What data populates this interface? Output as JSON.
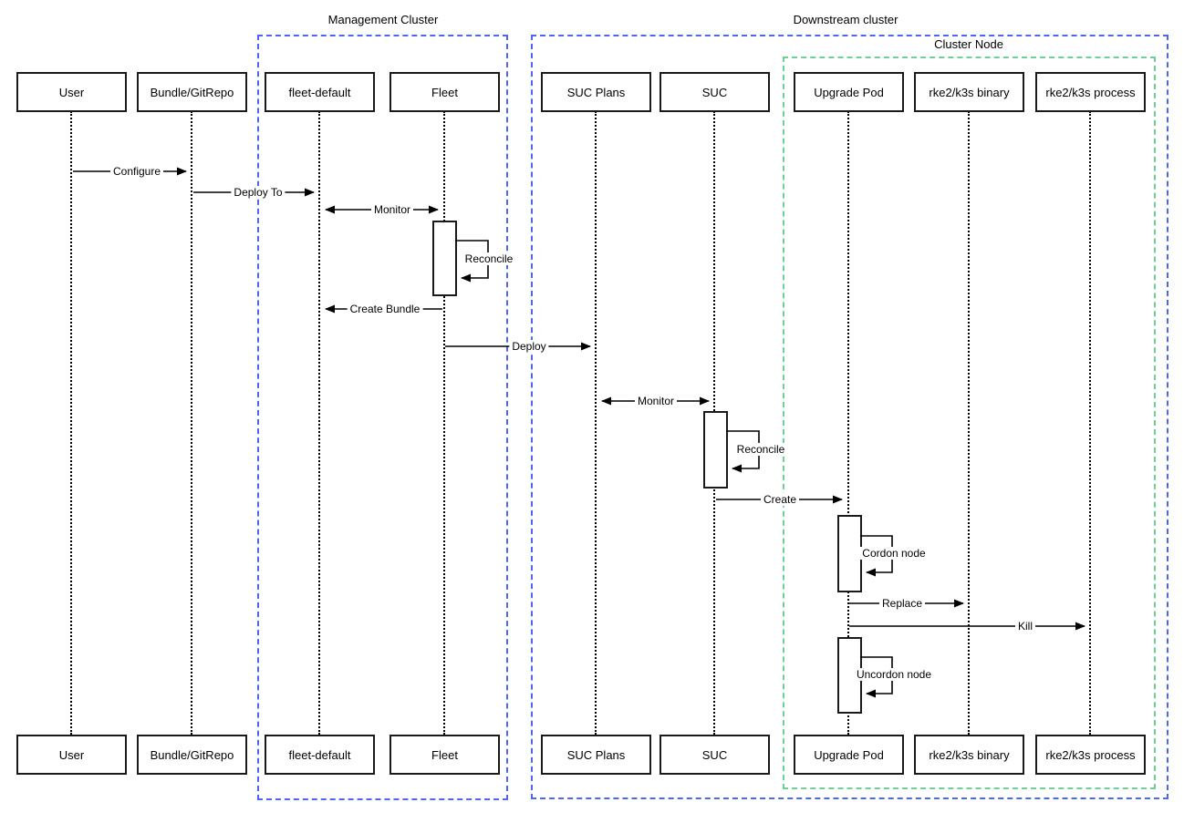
{
  "containers": [
    {
      "label": "Management Cluster",
      "border_color": "#4e65f6"
    },
    {
      "label": "Downstream cluster",
      "border_color": "#4e65f6"
    },
    {
      "label": "Cluster Node",
      "border_color": "#6fcf97"
    }
  ],
  "actors": [
    {
      "label": "User"
    },
    {
      "label": "Bundle/GitRepo"
    },
    {
      "label": "fleet-default"
    },
    {
      "label": "Fleet"
    },
    {
      "label": "SUC Plans"
    },
    {
      "label": "SUC"
    },
    {
      "label": "Upgrade Pod"
    },
    {
      "label": "rke2/k3s binary"
    },
    {
      "label": "rke2/k3s process"
    }
  ],
  "messages": [
    {
      "label": "Configure",
      "from": "User",
      "to": "Bundle/GitRepo",
      "kind": "arrow"
    },
    {
      "label": "Deploy To",
      "from": "Bundle/GitRepo",
      "to": "fleet-default",
      "kind": "arrow"
    },
    {
      "label": "Monitor",
      "from": "fleet-default",
      "to": "Fleet",
      "kind": "bidirectional"
    },
    {
      "label": "Reconcile",
      "from": "Fleet",
      "to": "Fleet",
      "kind": "self"
    },
    {
      "label": "Create Bundle",
      "from": "Fleet",
      "to": "fleet-default",
      "kind": "arrow"
    },
    {
      "label": "Deploy",
      "from": "Fleet",
      "to": "SUC Plans",
      "kind": "arrow"
    },
    {
      "label": "Monitor",
      "from": "SUC Plans",
      "to": "SUC",
      "kind": "bidirectional"
    },
    {
      "label": "Reconcile",
      "from": "SUC",
      "to": "SUC",
      "kind": "self"
    },
    {
      "label": "Create",
      "from": "SUC",
      "to": "Upgrade Pod",
      "kind": "arrow"
    },
    {
      "label": "Cordon node",
      "from": "Upgrade Pod",
      "to": "Upgrade Pod",
      "kind": "self"
    },
    {
      "label": "Replace",
      "from": "Upgrade Pod",
      "to": "rke2/k3s binary",
      "kind": "arrow"
    },
    {
      "label": "Kill",
      "from": "Upgrade Pod",
      "to": "rke2/k3s process",
      "kind": "arrow"
    },
    {
      "label": "Uncordon node",
      "from": "Upgrade Pod",
      "to": "Upgrade Pod",
      "kind": "self"
    }
  ],
  "colors": {
    "line": "#000000",
    "box_border": "#1a1a1a",
    "box_fill": "#ffffff",
    "cluster_boundary_blue": "#4e65f6",
    "node_boundary_green": "#6fcf97"
  }
}
